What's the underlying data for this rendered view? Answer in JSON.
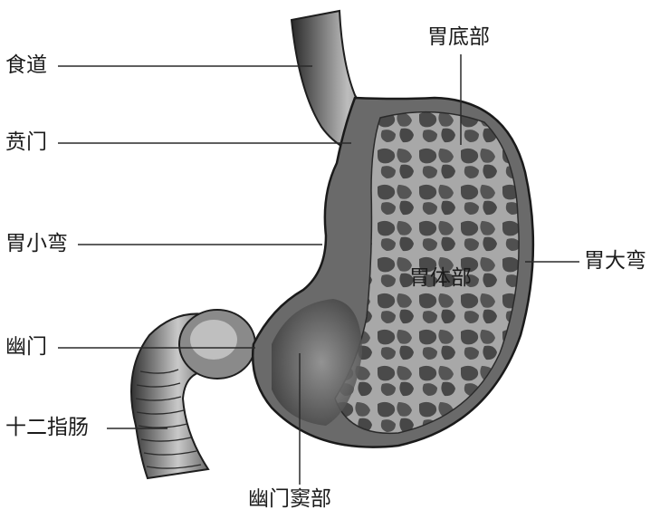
{
  "labels": {
    "esophagus": "食道",
    "cardia": "贲门",
    "lesser_curvature": "胃小弯",
    "pylorus": "幽门",
    "duodenum": "十二指肠",
    "fundus": "胃底部",
    "body": "胃体部",
    "greater_curvature": "胃大弯",
    "pyloric_antrum": "幽门窦部"
  },
  "colors": {
    "ink": "#1b1b1b",
    "leader": "#2a2a2a"
  }
}
